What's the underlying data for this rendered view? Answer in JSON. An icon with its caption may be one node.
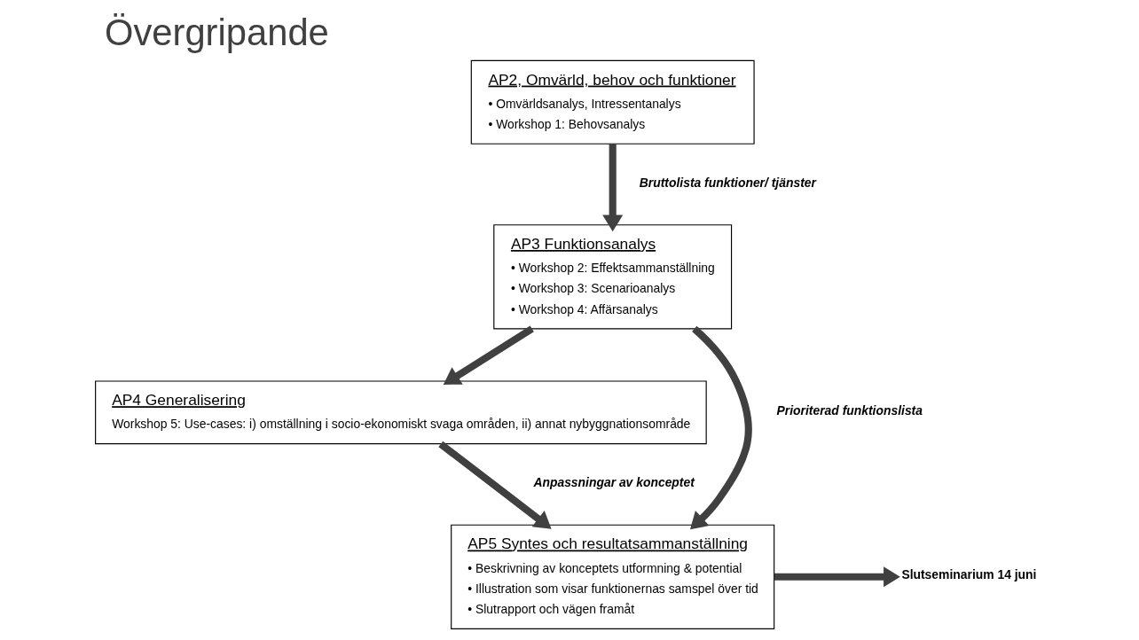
{
  "diagram": {
    "title": "Övergripande",
    "nodes": [
      {
        "text": [
          "AP2, Omvärld, behov och funktioner",
          "• Omvärldsanalys, Intressentanalys",
          "• Workshop 1: Behovsanalys"
        ]
      },
      {
        "text": [
          "AP3 Funktionsanalys",
          "• Workshop 2: Effektsammanställning",
          "• Workshop 3: Scenarioanalys",
          "• Workshop 4: Affärsanalys"
        ]
      },
      {
        "text": [
          "AP4 Generalisering",
          "Workshop 5: Use-cases: i) omställning i socio-ekonomiskt svaga områden, ii) annat nybyggnationsområde"
        ]
      },
      {
        "text": [
          "AP5 Syntes och resultatsammanställning",
          "• Beskrivning av konceptets utformning & potential",
          "• Illustration som visar funktionernas samspel över tid",
          "• Slutrapport och vägen framåt"
        ]
      },
      {
        "text": [
          "Slutseminarium 14 juni"
        ]
      }
    ],
    "edges": [
      {
        "from": 0,
        "to": 1,
        "arrow": "to",
        "label": "Bruttolista funktioner/ tjänster"
      },
      {
        "from": 1,
        "to": 2,
        "arrow": "to"
      },
      {
        "from": 1,
        "to": 3,
        "arrow": "to",
        "label": "Prioriterad funktionslista"
      },
      {
        "from": 2,
        "to": 3,
        "arrow": "to",
        "label": "Anpassningar av konceptet"
      },
      {
        "from": 3,
        "to": 4,
        "arrow": "to"
      }
    ]
  }
}
